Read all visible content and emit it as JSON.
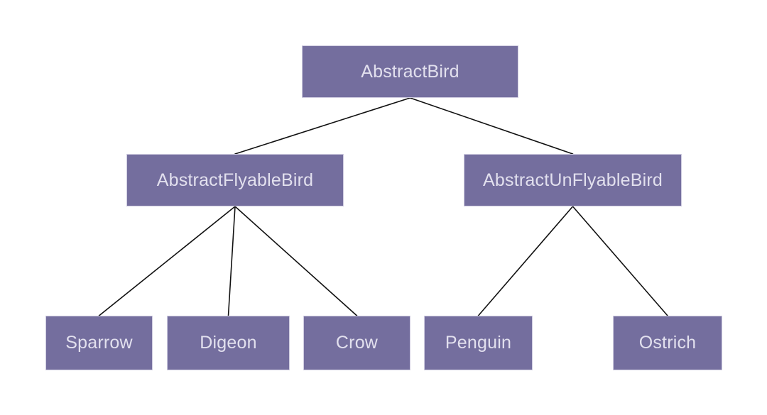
{
  "diagram": {
    "nodes": [
      {
        "id": "abstract-bird",
        "label": "AbstractBird"
      },
      {
        "id": "abstract-flyable-bird",
        "label": "AbstractFlyableBird"
      },
      {
        "id": "abstract-unflyable-bird",
        "label": "AbstractUnFlyableBird"
      },
      {
        "id": "sparrow",
        "label": "Sparrow"
      },
      {
        "id": "digeon",
        "label": "Digeon"
      },
      {
        "id": "crow",
        "label": "Crow"
      },
      {
        "id": "penguin",
        "label": "Penguin"
      },
      {
        "id": "ostrich",
        "label": "Ostrich"
      }
    ],
    "edges": [
      {
        "from": "abstract-bird",
        "to": "abstract-flyable-bird"
      },
      {
        "from": "abstract-bird",
        "to": "abstract-unflyable-bird"
      },
      {
        "from": "abstract-flyable-bird",
        "to": "sparrow"
      },
      {
        "from": "abstract-flyable-bird",
        "to": "digeon"
      },
      {
        "from": "abstract-flyable-bird",
        "to": "crow"
      },
      {
        "from": "abstract-unflyable-bird",
        "to": "penguin"
      },
      {
        "from": "abstract-unflyable-bird",
        "to": "ostrich"
      }
    ],
    "colors": {
      "background": "#FFFFFF",
      "node_fill": "#746E9E",
      "node_border": "#CFCCE0",
      "node_text": "#E2E0EE",
      "edge": "#111111"
    }
  }
}
